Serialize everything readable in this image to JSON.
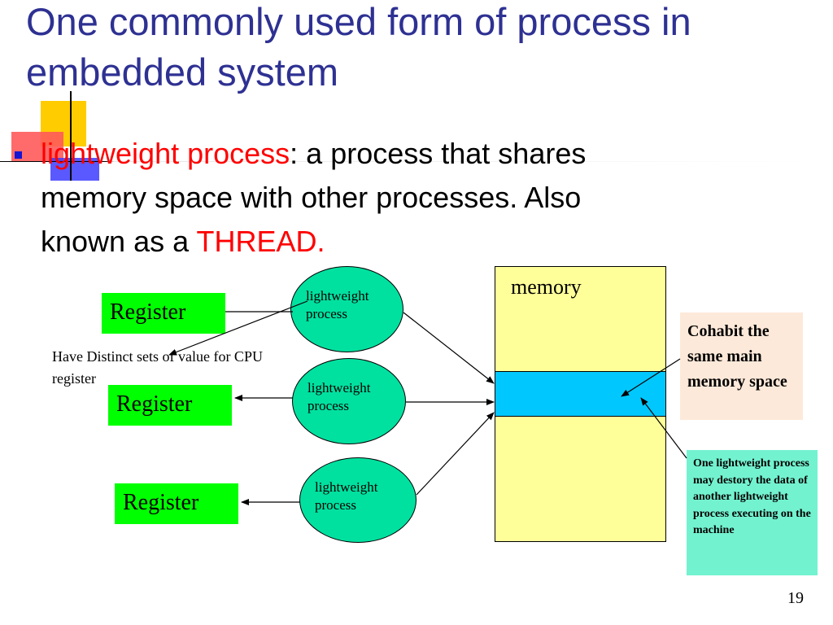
{
  "slide": {
    "title": "One commonly used form of process in embedded system",
    "bullet": {
      "term": "lightweight process",
      "text_after_term": ": a process that shares memory space with other processes. Also known as a ",
      "alias": "THREAD."
    },
    "page_number": "19"
  },
  "diagram": {
    "registers": [
      "Register",
      "Register",
      "Register"
    ],
    "processes": [
      {
        "line1": "lightweight",
        "line2": "process"
      },
      {
        "line1": "lightweight",
        "line2": "process"
      },
      {
        "line1": "lightweight",
        "line2": "process"
      }
    ],
    "memory_label": "memory",
    "register_note": "Have Distinct sets of value for CPU register",
    "cohabit_note": "Cohabit the same main memory space",
    "destroy_note": "One lightweight process may destory the data of another lightweight process executing on the machine"
  },
  "colors": {
    "title": "#2e3192",
    "highlight": "#ff0000",
    "register_fill": "#00ff00",
    "process_fill": "#00e1a0",
    "memory_fill": "#ffff99",
    "shared_band": "#00c8ff"
  }
}
